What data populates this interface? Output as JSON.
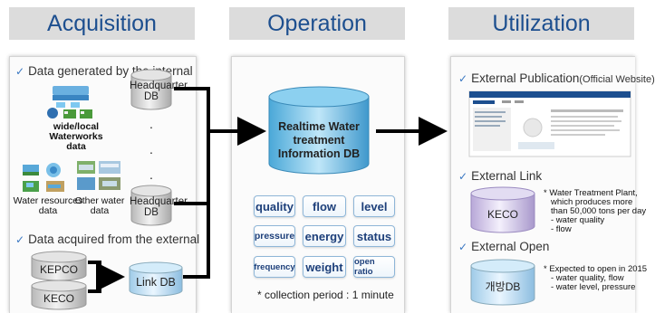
{
  "headers": [
    "Acquisition",
    "Operation",
    "Utilization"
  ],
  "acquisition": {
    "internal_title": "Data generated by the internal",
    "waterworks_label": "wide/local Waterworks  data",
    "water_resources_label": "Water resources  data",
    "other_water_label": "Other  water data",
    "hq_db_top": "Headquarter DB",
    "hq_db_bottom": "Headquarter DB",
    "dots": ".",
    "external_title": "Data acquired from the external",
    "kepco": "KEPCO",
    "keco": "KECO",
    "link_db": "Link DB"
  },
  "operation": {
    "db_label": "Realtime Water treatment Information DB",
    "tags": [
      "quality",
      "flow",
      "level",
      "pressure",
      "energy",
      "status",
      "frequency",
      "weight",
      "open ratio"
    ],
    "collection_note": "* collection period : 1 minute"
  },
  "utilization": {
    "publication_title": "External Publication",
    "publication_sub": "(Official Website)",
    "external_link_title": "External Link",
    "keco_db": "KECO",
    "link_note": [
      "* Water Treatment Plant,",
      "which produces more",
      "than 50,000 tons per day",
      "- water quality",
      "- flow"
    ],
    "external_open_title": "External Open",
    "open_db": "개방DB",
    "open_note": [
      "* Expected to open in 2015",
      "- water quality, flow",
      "- water level, pressure"
    ]
  },
  "colors": {
    "header_text": "#1d4f8f",
    "header_bg": "#dcdcdc",
    "check": "#3a77c2",
    "arrow": "#000000"
  }
}
